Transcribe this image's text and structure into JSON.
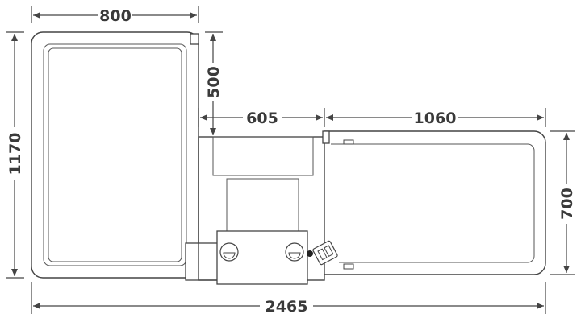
{
  "dimensions": {
    "top_left_width": "800",
    "left_height": "1170",
    "upper_gap_height": "500",
    "middle_width": "605",
    "right_width": "1060",
    "right_height": "700",
    "total_width": "2465"
  },
  "colors": {
    "line": "#444444",
    "text": "#3a3a3a",
    "background": "#ffffff"
  }
}
